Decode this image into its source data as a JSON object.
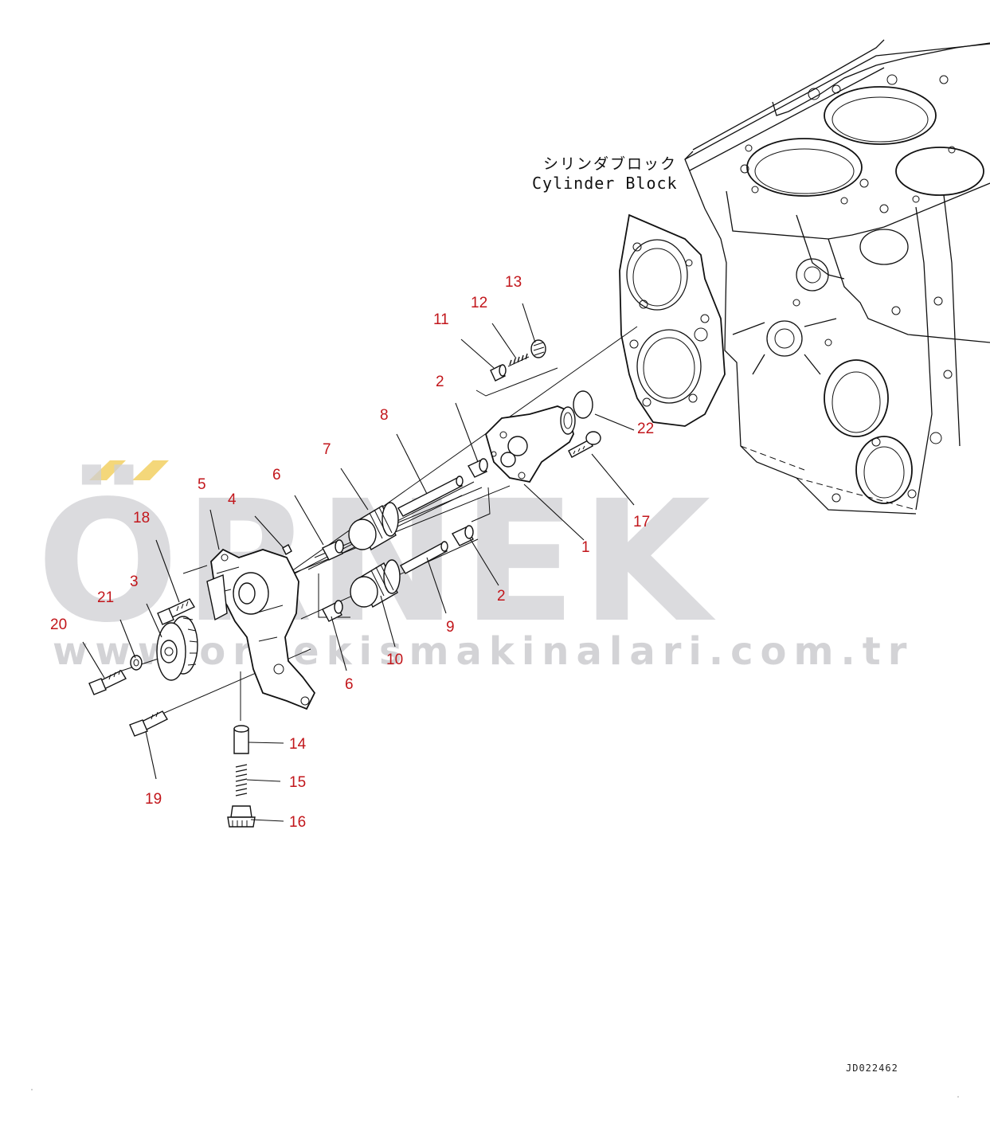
{
  "labels": {
    "cylinder_block_jp": "シリンダブロック",
    "cylinder_block_en": "Cylinder Block",
    "drawing_id": "JD022462"
  },
  "callouts": [
    {
      "id": "c1",
      "text": "1"
    },
    {
      "id": "c2a",
      "text": "2"
    },
    {
      "id": "c2b",
      "text": "2"
    },
    {
      "id": "c3",
      "text": "3"
    },
    {
      "id": "c4",
      "text": "4"
    },
    {
      "id": "c5",
      "text": "5"
    },
    {
      "id": "c6a",
      "text": "6"
    },
    {
      "id": "c6b",
      "text": "6"
    },
    {
      "id": "c7",
      "text": "7"
    },
    {
      "id": "c8",
      "text": "8"
    },
    {
      "id": "c9",
      "text": "9"
    },
    {
      "id": "c10",
      "text": "10"
    },
    {
      "id": "c11",
      "text": "11"
    },
    {
      "id": "c12",
      "text": "12"
    },
    {
      "id": "c13",
      "text": "13"
    },
    {
      "id": "c14",
      "text": "14"
    },
    {
      "id": "c15",
      "text": "15"
    },
    {
      "id": "c16",
      "text": "16"
    },
    {
      "id": "c17",
      "text": "17"
    },
    {
      "id": "c18",
      "text": "18"
    },
    {
      "id": "c19",
      "text": "19"
    },
    {
      "id": "c20",
      "text": "20"
    },
    {
      "id": "c21",
      "text": "21"
    },
    {
      "id": "c22",
      "text": "22"
    }
  ],
  "watermark": {
    "brand": "ÖRNEK",
    "url": "www.ornekismakinalari.com.tr",
    "accent_color": "#f4d77a",
    "text_color": "#cfcfd3"
  },
  "colors": {
    "callout": "#c2161b",
    "line": "#111111"
  }
}
